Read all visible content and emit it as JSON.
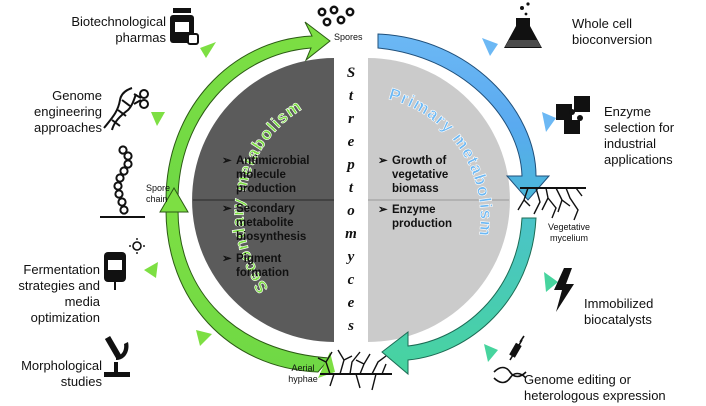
{
  "center": {
    "letters": [
      "S",
      "t",
      "r",
      "e",
      "p",
      "t",
      "o",
      "m",
      "y",
      "c",
      "e",
      "s"
    ]
  },
  "arc_titles": {
    "secondary": "Secondary metabolism",
    "primary": "Primary metabolism"
  },
  "stages": {
    "spores": "Spores",
    "spore_chain": "Spore chain",
    "vegetative_mycelium": "Vegetative mycelium",
    "aerial_hyphae": "Aerial hyphae"
  },
  "secondary_bullets": [
    "Antimicrobial molecule production",
    "Secondary metabolite biosynthesis",
    "Pigment formation"
  ],
  "primary_bullets": [
    "Growth of vegetative biomass",
    "Enzyme production"
  ],
  "applications": {
    "biotech_pharmas": "Biotechnological pharmas",
    "genome_engineering": "Genome engineering approaches",
    "fermentation": "Fermentation strategies and media optimization",
    "morphological": "Morphological studies",
    "whole_cell": "Whole cell bioconversion",
    "enzyme_selection": "Enzyme selection for industrial applications",
    "immobilized": "Immobilized biocatalysts",
    "genome_editing": "Genome editing or heterologous expression"
  },
  "colors": {
    "green_arc": "#7ddf43",
    "blue_arc": "#5aaaf0",
    "teal_arc": "#48d4a4",
    "dark_half": "#5a5a5a",
    "light_half": "#c9c9c9"
  }
}
